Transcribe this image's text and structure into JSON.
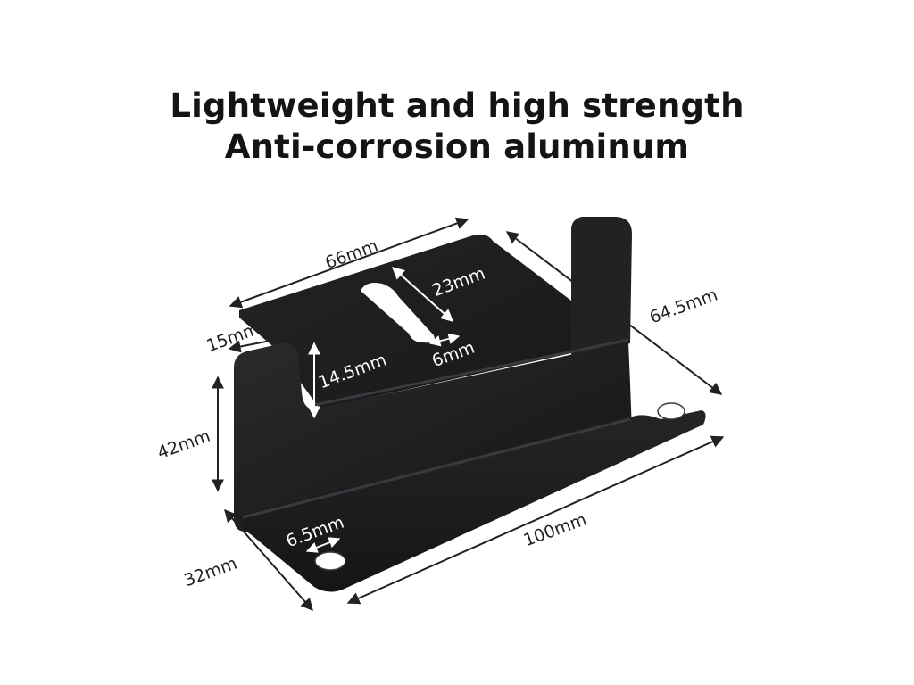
{
  "heading": {
    "line1": "Lightweight and high strength",
    "line2": "Anti-corrosion aluminum"
  },
  "dimensions": {
    "top_length": "66mm",
    "slot_length": "23mm",
    "depth": "64.5mm",
    "tab_width": "15mm",
    "notch_height": "14.5mm",
    "slot_width": "6mm",
    "height": "42mm",
    "hole_diameter": "6.5mm",
    "bottom_length": "100mm",
    "base_depth": "32mm"
  },
  "colors": {
    "metal": "#1b1b1d",
    "metal_light": "#2c2c2f",
    "annotation_dark": "#222222",
    "annotation_light": "#ffffff"
  }
}
